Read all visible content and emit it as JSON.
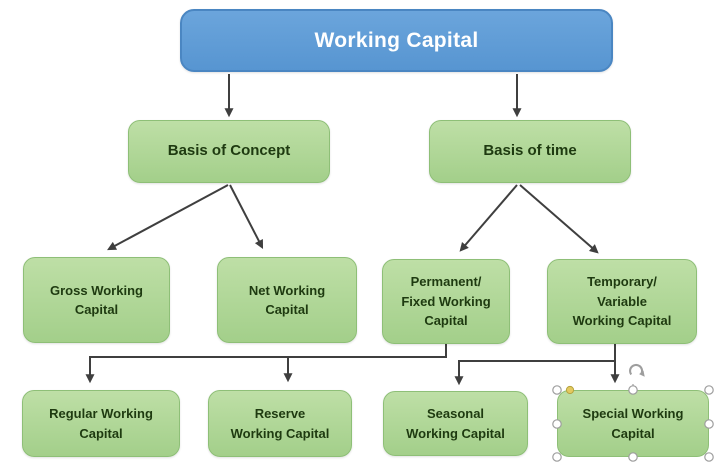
{
  "diagram": {
    "title_node": {
      "label": "Working Capital"
    },
    "level2": [
      {
        "label": "Basis of Concept"
      },
      {
        "label": "Basis of time"
      }
    ],
    "level3": [
      {
        "label": [
          "Gross Working",
          "Capital"
        ]
      },
      {
        "label": [
          "Net Working",
          "Capital"
        ]
      },
      {
        "label": [
          "Permanent/",
          "Fixed Working",
          "Capital"
        ]
      },
      {
        "label": [
          "Temporary/",
          "Variable",
          "Working Capital"
        ]
      }
    ],
    "level4": [
      {
        "label": [
          "Regular Working",
          "Capital"
        ]
      },
      {
        "label": [
          "Reserve",
          "Working Capital"
        ]
      },
      {
        "label": [
          "Seasonal",
          "Working Capital"
        ]
      },
      {
        "label": [
          "Special Working",
          "Capital"
        ]
      }
    ],
    "selected_node": "Special Working Capital"
  },
  "colors": {
    "root-fill-top": "#6ba5dc",
    "root-fill-bottom": "#5795d1",
    "root-border": "#4a86c2",
    "root-text": "#ffffff",
    "node-fill-top": "#bedfa6",
    "node-fill-bottom": "#a3cf8a",
    "node-border": "#8ebf77",
    "node-text": "#1e3a10",
    "connector": "#3f3f3f",
    "handle-fill": "#ffffff",
    "handle-stroke": "#9e9e9e",
    "adjust-handle": "#e3c95f",
    "adjust-stroke": "#b5a23e"
  }
}
